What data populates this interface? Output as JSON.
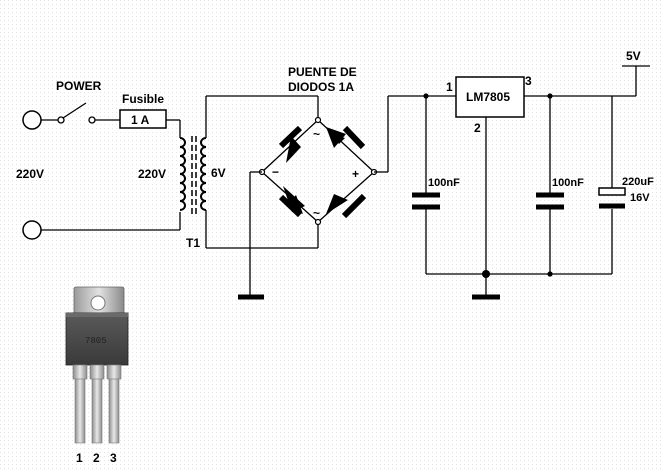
{
  "labels": {
    "power": "POWER",
    "fusible": "Fusible",
    "fuse_value": "1 A",
    "mains": "220V",
    "primary": "220V",
    "secondary": "6V",
    "transformer": "T1",
    "bridge_line1": "PUENTE DE",
    "bridge_line2": "DIODOS 1A",
    "ac_symbol": "~",
    "minus": "−",
    "plus": "+",
    "regulator": "LM7805",
    "pin1": "1",
    "pin2": "2",
    "pin3": "3",
    "cap1": "100nF",
    "cap2": "100nF",
    "cap3_value": "220uF",
    "cap3_voltage": "16V",
    "output": "5V",
    "package_marking": "7805",
    "package_pins": [
      "1",
      "2",
      "3"
    ]
  }
}
